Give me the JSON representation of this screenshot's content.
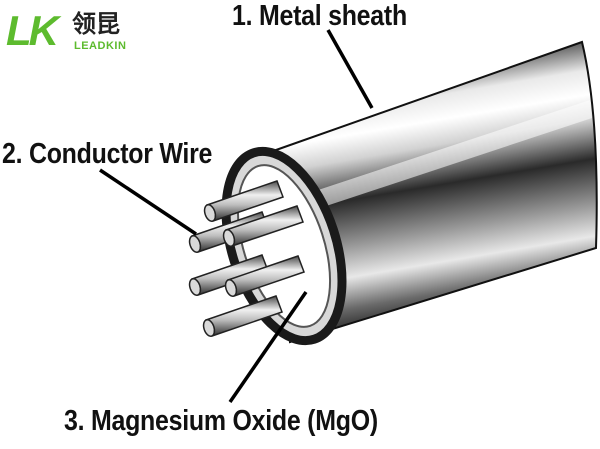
{
  "logo": {
    "mark": "LK",
    "chinese": "领昆",
    "english": "LEADKIN"
  },
  "labels": {
    "metal_sheath": "1. Metal sheath",
    "conductor_wire": "2. Conductor Wire",
    "magnesium_oxide": "3.  Magnesium Oxide (MgO)"
  },
  "colors": {
    "brand_green": "#5dbb2e",
    "label_text": "#111111",
    "sheath_dark": "#1a1a1a",
    "sheath_light": "#f2f2f2",
    "insulation_fill": "#ffffff",
    "wire_light": "#e6e6e6",
    "wire_dark": "#3a3a3a"
  }
}
